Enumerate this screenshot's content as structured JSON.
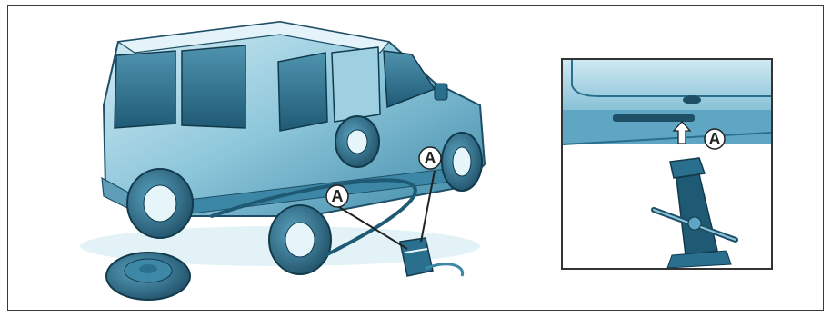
{
  "callouts": {
    "main_rear_point": "A",
    "main_front_point": "A",
    "inset_point": "A"
  },
  "colors": {
    "body_light": "#bfe2ee",
    "body_mid": "#6fb6cf",
    "body_dark": "#2a6f8e",
    "outline": "#1f4f66",
    "tyre": "#2d5f78",
    "frame": "#3a3a3a"
  },
  "icons": {
    "lift_arrow": "up-arrow-icon",
    "jack": "scissor-jack-icon",
    "spare_wheel": "spare-wheel-icon"
  }
}
